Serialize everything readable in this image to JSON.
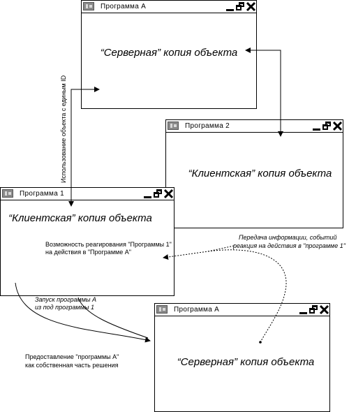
{
  "windows": {
    "prog_a_top": {
      "title": "Программа А",
      "text": "“Серверная” копия объекта"
    },
    "prog_2": {
      "title": "Программа 2",
      "text": "“Клиентская” копия объекта"
    },
    "prog_1": {
      "title": "Программа 1",
      "text": "“Клиентская” копия объекта",
      "note_line1": "Возможность реагирования \"Программы 1\"",
      "note_line2": "на действия в \"Программе А\""
    },
    "prog_a_bottom": {
      "title": "Программа А",
      "text": "“Серверная” копия объекта"
    }
  },
  "labels": {
    "vertical": "Использование объекта с единым ID",
    "transfer_line1": "Передача информации, событий",
    "transfer_line2": "реакция на действия в \"программе 1\"",
    "launch_line1": "Запуск программы А",
    "launch_line2": "из под программы 1",
    "provide_line1": "Предоставление \"программы А\"",
    "provide_line2": "как собственная часть решения"
  },
  "icons": [
    "app-icon",
    "minimize-icon",
    "maximize-icon",
    "close-icon"
  ]
}
